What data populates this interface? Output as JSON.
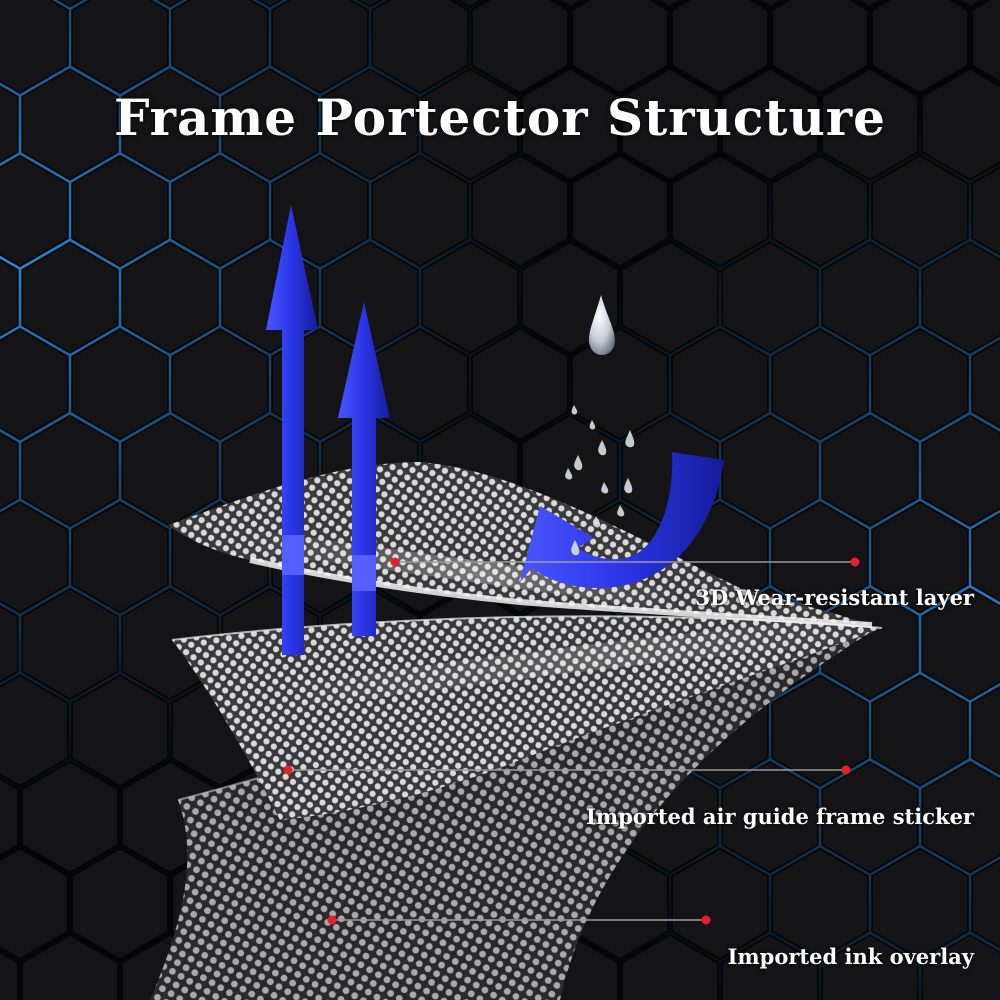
{
  "title": "Frame Portector Structure",
  "colors": {
    "background": "#0b0b0d",
    "hex_glow": "#2f86d6",
    "arrow_blue": "#2b35e6",
    "callout_dot": "#e0232a",
    "text": "#ffffff"
  },
  "layers": [
    {
      "label": "3D Wear-resistant layer"
    },
    {
      "label": "Imported air guide frame sticker"
    },
    {
      "label": "Imported ink overlay"
    }
  ],
  "icons": {
    "airflow": "up-arrow-icon",
    "water_deflect": "curved-arrow-icon",
    "water": "water-drop-icon"
  }
}
